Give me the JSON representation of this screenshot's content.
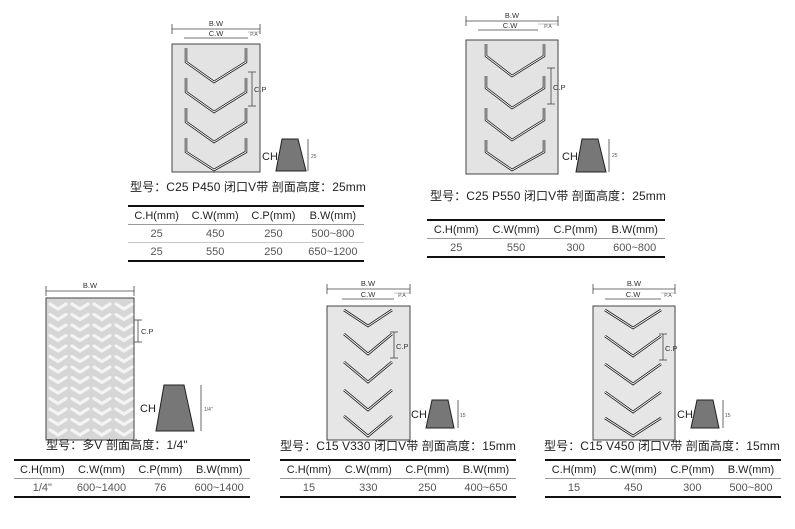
{
  "labels": {
    "bw": "B.W",
    "cw": "C.W",
    "pa": "P.A",
    "cp": "C.P",
    "ch": "CH"
  },
  "products": [
    {
      "caption": "型号：C25 P450 闭口V带  剖面高度：25mm",
      "profile_height": "25",
      "headers": [
        "C.H(mm)",
        "C.W(mm)",
        "C.P(mm)",
        "B.W(mm)"
      ],
      "rows": [
        [
          "25",
          "450",
          "250",
          "500~800"
        ],
        [
          "25",
          "550",
          "250",
          "650~1200"
        ]
      ]
    },
    {
      "caption": "型号：C25 P550 闭口V带  剖面高度：25mm",
      "profile_height": "25",
      "headers": [
        "C.H(mm)",
        "C.W(mm)",
        "C.P(mm)",
        "B.W(mm)"
      ],
      "rows": [
        [
          "25",
          "550",
          "300",
          "600~800"
        ]
      ]
    },
    {
      "caption": "型号：多V  剖面高度：1/4\"",
      "profile_height": "1/4\"",
      "headers": [
        "C.H(mm)",
        "C.W(mm)",
        "C.P(mm)",
        "B.W(mm)"
      ],
      "rows": [
        [
          "1/4\"",
          "600~1400",
          "76",
          "600~1400"
        ]
      ]
    },
    {
      "caption": "型号：C15 V330 闭口V带  剖面高度：15mm",
      "profile_height": "15",
      "headers": [
        "C.H(mm)",
        "C.W(mm)",
        "C.P(mm)",
        "B.W(mm)"
      ],
      "rows": [
        [
          "15",
          "330",
          "250",
          "400~650"
        ]
      ]
    },
    {
      "caption": "型号：C15 V450 闭口V带  剖面高度：15mm",
      "profile_height": "15",
      "headers": [
        "C.H(mm)",
        "C.W(mm)",
        "C.P(mm)",
        "B.W(mm)"
      ],
      "rows": [
        [
          "15",
          "450",
          "300",
          "500~800"
        ]
      ]
    }
  ]
}
